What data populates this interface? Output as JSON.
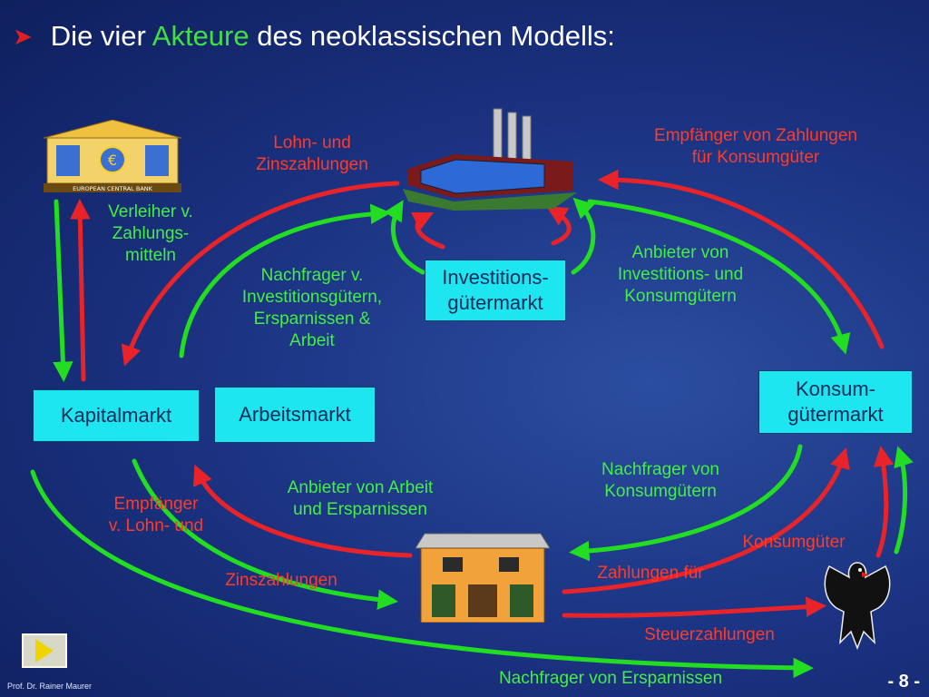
{
  "title": {
    "bullet": "➤",
    "part1": "Die vier ",
    "highlight": "Akteure",
    "part2": " des neoklassischen Modells:"
  },
  "nodes": {
    "investitionsgueter": [
      "Investitions-",
      "gütermarkt"
    ],
    "konsumgueter": [
      "Konsum-",
      "gütermarkt"
    ],
    "kapitalmarkt": "Kapitalmarkt",
    "arbeitsmarkt": "Arbeitsmarkt"
  },
  "logos": {
    "ecb_sign": "EUROPEAN CENTRAL BANK"
  },
  "labels": {
    "lohn_zins": [
      "Lohn- und",
      "Zinszahlungen"
    ],
    "empfaenger_konsum": [
      "Empfänger  von Zahlungen",
      "für Konsumgüter"
    ],
    "verleiher": [
      "Verleiher v.",
      "Zahlungs-",
      "mitteln"
    ],
    "anbieter_inv": [
      "Anbieter von",
      "Investitions- und",
      "Konsumgütern"
    ],
    "nachfrager_inv": [
      "Nachfrager v.",
      "Investitionsgütern,",
      "Ersparnissen &",
      "Arbeit"
    ],
    "nachfrager_konsum": [
      "Nachfrager von",
      "Konsumgütern"
    ],
    "anbieter_arbeit": [
      "Anbieter von Arbeit",
      "und Ersparnissen"
    ],
    "empfaenger_lohn": [
      "Empfänger",
      "v. Lohn- und"
    ],
    "zinszahlungen": "Zinszahlungen",
    "konsumgueter": "Konsumgüter",
    "zahlungen_fuer": "Zahlungen für",
    "steuerzahlungen": "Steuerzahlungen",
    "nachfrager_ersparnisse": "Nachfrager von Ersparnissen"
  },
  "footer": {
    "author": "Prof. Dr. Rainer Maurer",
    "page": "- 8 -"
  },
  "colors": {
    "red_flow": "#e8242a",
    "green_flow": "#22dd22",
    "box_fill": "#1ee6f0",
    "background": "#1c3484"
  }
}
